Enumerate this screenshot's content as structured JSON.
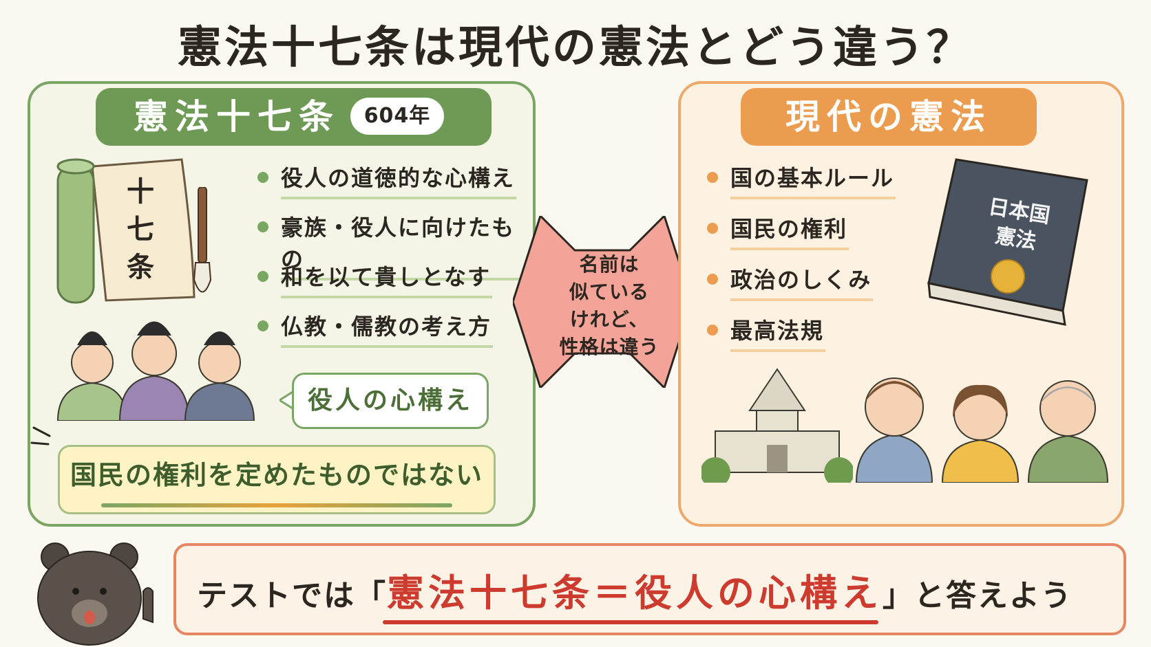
{
  "title": "憲法十七条は現代の憲法とどう違う？",
  "left": {
    "heading": "憲法十七条",
    "year": "604年",
    "scroll_text": "十七条",
    "bullets": [
      "役人の道徳的な心構え",
      "豪族・役人に向けたもの",
      "和を以て貴しとなす",
      "仏教・儒教の考え方"
    ],
    "bubble": "役人の心構え",
    "note": "国民の権利を定めたものではない"
  },
  "center": {
    "lines": [
      "名前は",
      "似ている",
      "けれど、",
      "性格は違う"
    ]
  },
  "right": {
    "heading": "現代の憲法",
    "bullets": [
      "国の基本ルール",
      "国民の権利",
      "政治のしくみ",
      "最高法規"
    ],
    "book_title_lines": [
      "日本国",
      "憲法"
    ]
  },
  "bottom": {
    "prefix": "テストでは「",
    "highlight": "憲法十七条＝役人の心構え",
    "suffix": "」と答えよう"
  },
  "colors": {
    "left_accent": "#7aa664",
    "right_accent": "#ec9c4e",
    "highlight_red": "#cc3b2e",
    "center_arrow": "#f4a398"
  },
  "icons": [
    "scroll-icon",
    "brush-icon",
    "officials-illustration",
    "book-icon",
    "diet-building-illustration",
    "citizens-illustration",
    "bear-mascot-icon",
    "double-arrow-icon"
  ]
}
